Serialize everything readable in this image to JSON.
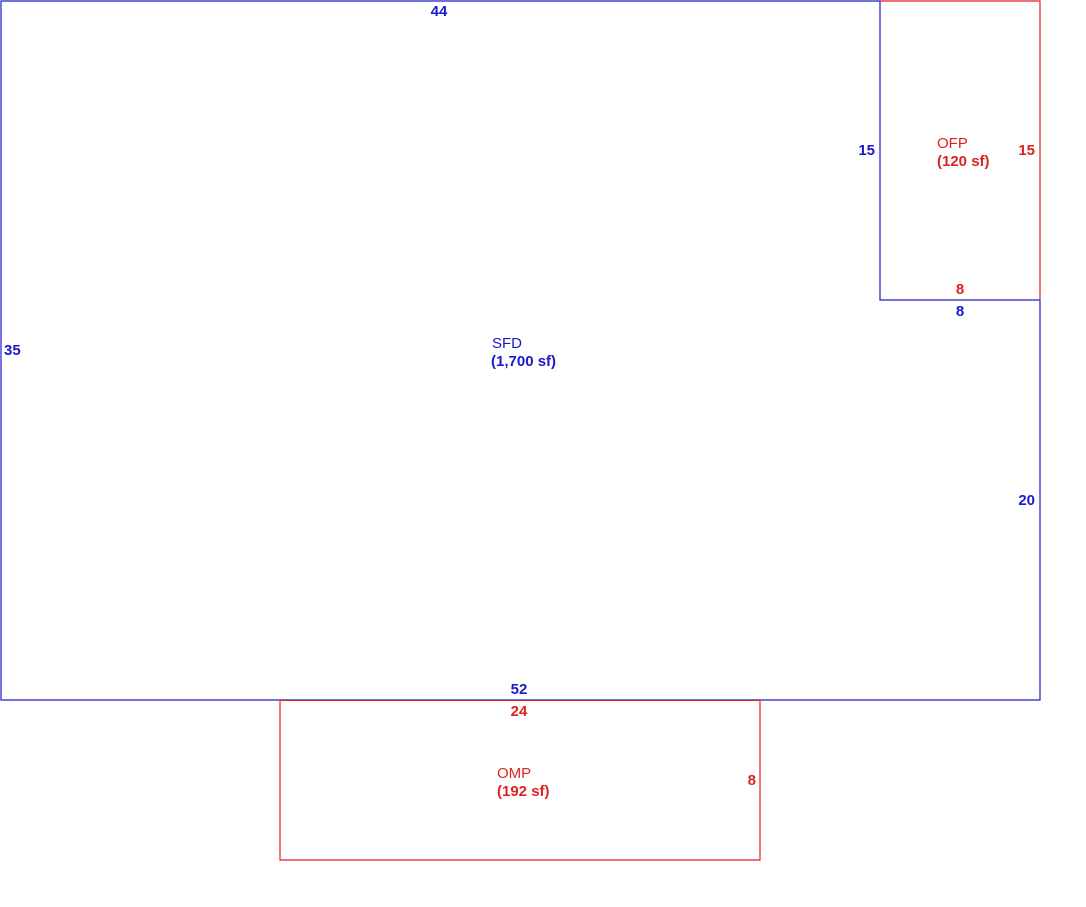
{
  "colors": {
    "main": "#1a1acc",
    "addition": "#dd2222"
  },
  "sfd": {
    "label": "SFD",
    "area": "(1,700 sf)",
    "dims": {
      "top": "44",
      "left": "35",
      "bottom": "52",
      "right": "20",
      "ofp_left": "15",
      "ofp_bottom": "8"
    }
  },
  "ofp": {
    "label": "OFP",
    "area": "(120 sf)",
    "dims": {
      "right": "15",
      "bottom": "8"
    }
  },
  "omp": {
    "label": "OMP",
    "area": "(192 sf)",
    "dims": {
      "top": "24",
      "right": "8"
    }
  }
}
